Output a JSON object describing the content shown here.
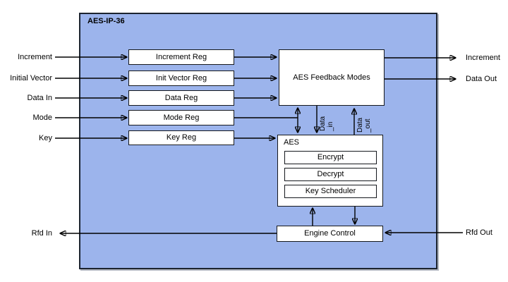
{
  "diagram": {
    "type": "block-diagram",
    "title": "AES-IP-36",
    "left_inputs": [
      "Increment",
      "Initial Vector",
      "Data In",
      "Mode",
      "Key"
    ],
    "right_outputs": [
      "Increment",
      "Data Out"
    ],
    "rfd_in_label": "Rfd In",
    "rfd_out_label": "Rfd Out",
    "registers": [
      "Increment Reg",
      "Init Vector Reg",
      "Data Reg",
      "Mode Reg",
      "Key Reg"
    ],
    "blocks": {
      "feedback_modes": "AES Feedback Modes",
      "aes": "AES",
      "aes_children": [
        "Encrypt",
        "Decrypt",
        "Key Scheduler"
      ],
      "engine_control": "Engine Control"
    },
    "bus_labels": {
      "data_in": "Data\n_in",
      "data_out": "Data\n_out"
    },
    "edges": [
      "Increment -> Increment Reg",
      "Initial Vector -> Init Vector Reg",
      "Data In -> Data Reg",
      "Mode -> Mode Reg",
      "Key -> Key Reg",
      "Increment Reg -> AES Feedback Modes",
      "Init Vector Reg -> AES Feedback Modes",
      "Data Reg -> AES Feedback Modes",
      "Mode Reg <-> AES Feedback Modes / AES (bidirectional tap)",
      "Key Reg -> AES",
      "AES Feedback Modes -> AES (Data_in)",
      "AES -> AES Feedback Modes (Data_out)",
      "AES Feedback Modes -> Increment (out)",
      "AES Feedback Modes -> Data Out",
      "Engine Control -> AES",
      "AES -> Engine Control",
      "Engine Control -> Rfd In (out)",
      "Rfd Out -> Engine Control"
    ],
    "colors": {
      "ip_fill": "#9CB4EC",
      "block_fill": "#FFFFFF",
      "line_color": "#000000",
      "border_color": "#15181D"
    }
  }
}
